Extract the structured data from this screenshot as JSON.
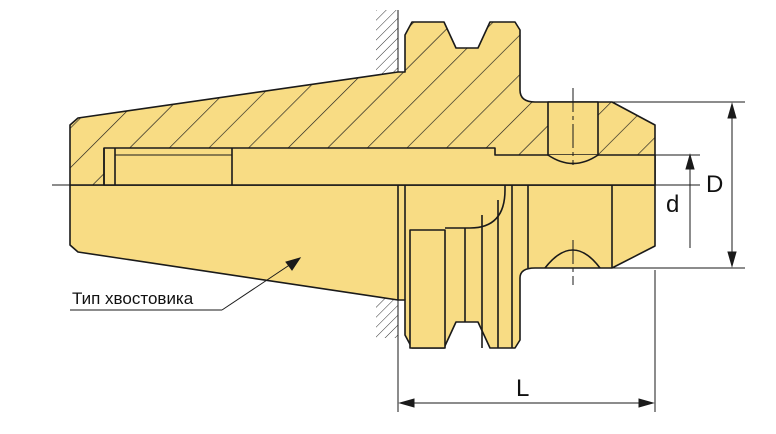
{
  "labels": {
    "shank_type": "Тип хвостовика",
    "d": "d",
    "D": "D",
    "L": "L"
  },
  "colors": {
    "fill": "#f8dc84",
    "stroke": "#1a1a1a"
  }
}
